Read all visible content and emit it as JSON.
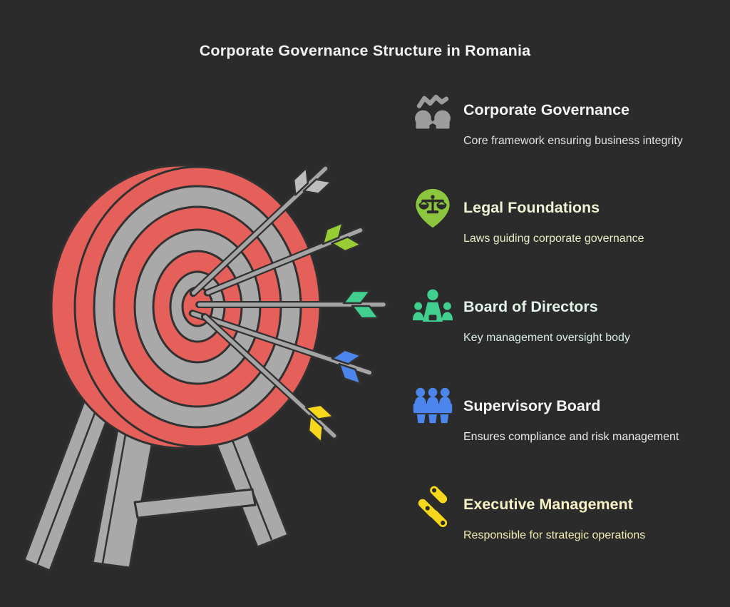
{
  "page": {
    "title": "Corporate Governance Structure in Romania",
    "background_color": "#2b2b2b",
    "title_color": "#f2f2f2"
  },
  "sections": [
    {
      "title": "Corporate Governance",
      "description": "Core framework ensuring business integrity",
      "icon": "people-connection-icon",
      "accent_color": "#9c9c9c"
    },
    {
      "title": "Legal Foundations",
      "description": "Laws guiding corporate governance",
      "icon": "legal-pin-scales-icon",
      "accent_color": "#8cc63e"
    },
    {
      "title": "Board of Directors",
      "description": "Key management oversight body",
      "icon": "board-people-icon",
      "accent_color": "#40cf8f"
    },
    {
      "title": "Supervisory Board",
      "description": "Ensures compliance and risk management",
      "icon": "meeting-table-icon",
      "accent_color": "#4c86ec"
    },
    {
      "title": "Executive Management",
      "description": "Responsible for strategic operations",
      "icon": "diagonal-pills-icon",
      "accent_color": "#f6d71b"
    }
  ],
  "illustration": {
    "name": "dartboard-target-on-tripod-with-five-arrows",
    "board_red": "#e5605a",
    "board_gray": "#a9a9a9",
    "stand_gray": "#a9a9a9",
    "outline_color": "#313131",
    "arrow_shaft_color": "#a5a5a5",
    "arrow_fletch_colors": [
      "#bdbdbd",
      "#97cd32",
      "#40cf8f",
      "#4c86ec",
      "#f6d71b"
    ]
  }
}
